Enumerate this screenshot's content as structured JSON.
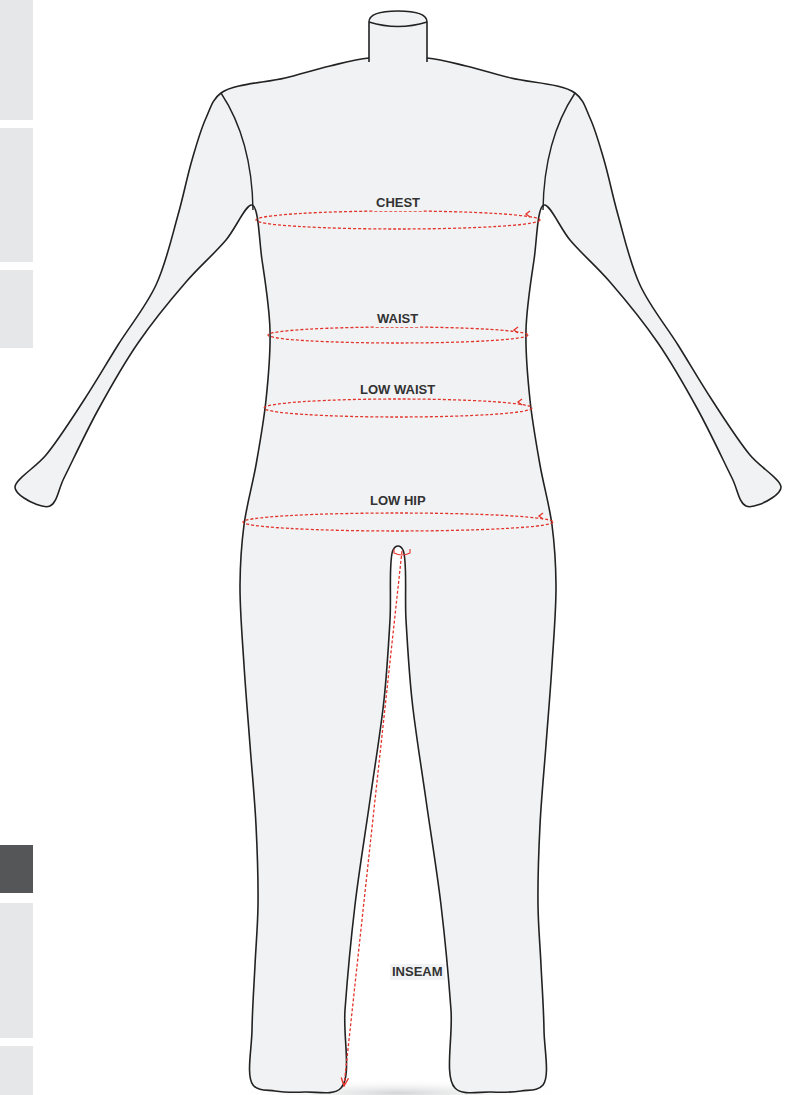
{
  "diagram": {
    "labels": [
      "CHEST",
      "WAIST",
      "LOW WAIST",
      "LOW HIP",
      "INSEAM"
    ]
  }
}
